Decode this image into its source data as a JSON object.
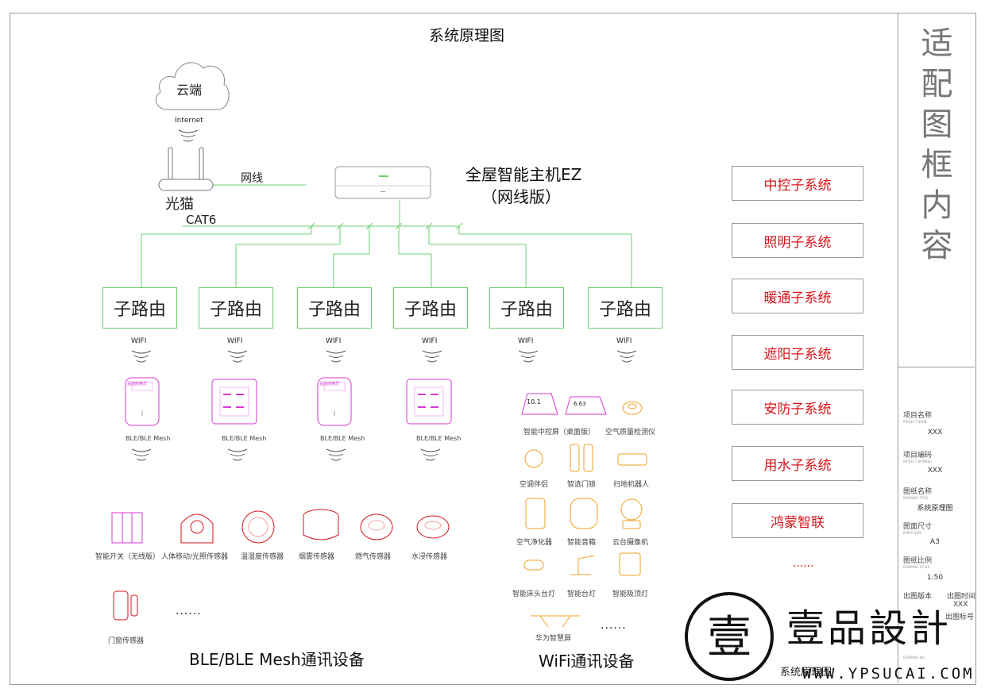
{
  "diagram": {
    "title": "系统原理图",
    "cloud_label": "云端",
    "internet_label": "Internet",
    "modem_label": "光猫",
    "cable_label": "网线",
    "cat6_label": "CAT6",
    "host_label_line1": "全屋智能主机EZ",
    "host_label_line2": "（网线版）",
    "router_label": "子路由",
    "wifi_label": "WIFI",
    "ble_label": "BLE/BLE Mesh",
    "panel_text_1": "温湿度精灵",
    "panel_text_2": "温湿度精灵"
  },
  "subsystems": [
    "中控子系统",
    "照明子系统",
    "暖通子系统",
    "遮阳子系统",
    "安防子系统",
    "用水子系统",
    "鸿蒙智联",
    "......"
  ],
  "ble_devices": [
    "智能开关（无线版）",
    "人体移动/光照传感器",
    "温湿度传感器",
    "烟雾传感器",
    "燃气传感器",
    "水浸传感器",
    "门窗传感器"
  ],
  "ble_more": "......",
  "ble_group_label": "BLE/BLE Mesh通讯设备",
  "wifi_devices": [
    "智能中控屏（桌面版）",
    "空气质量检测仪",
    "空调伴侣",
    "智选门锁",
    "扫地机器人",
    "空气净化器",
    "智能音箱",
    "云台摄像机",
    "智能床头台灯",
    "智能台灯",
    "智能吸顶灯",
    "华为智慧屏"
  ],
  "wifi_more": "......",
  "wifi_group_label": "WiFi通讯设备",
  "screen_values": [
    "10.1",
    "6.63"
  ],
  "sidebar": {
    "vertical_title": [
      "适",
      "配",
      "图",
      "框",
      "内",
      "容"
    ],
    "fields": [
      {
        "label": "项目名称",
        "sub": "PROJECT NAME",
        "value": "XXX"
      },
      {
        "label": "项目编码",
        "sub": "PROJECT NUMBER",
        "value": "XXX"
      },
      {
        "label": "图纸名称",
        "sub": "DRAWING TITLE",
        "value": "系统原理图"
      },
      {
        "label": "图面尺寸",
        "sub": "PAPER SIZE",
        "value": "A3"
      },
      {
        "label": "图纸比例",
        "sub": "DRAWING SCALE",
        "value": "1:50"
      }
    ],
    "version_label": "出图版本",
    "date_label": "出图时间",
    "date_value": "XXX",
    "stamp_label": "出图标号",
    "bottom_sub": "DRAWING NO."
  },
  "footer": {
    "drawing_name": "系统原理图"
  },
  "watermark": {
    "brand": "壹品設計",
    "url": "WWW.YPSUCAI.COM",
    "seal_char": "壹"
  },
  "colors": {
    "accent_red": "#d4141a",
    "magenta": "#d63ad6",
    "green": "#6cd06c",
    "orange": "#f0a020"
  }
}
